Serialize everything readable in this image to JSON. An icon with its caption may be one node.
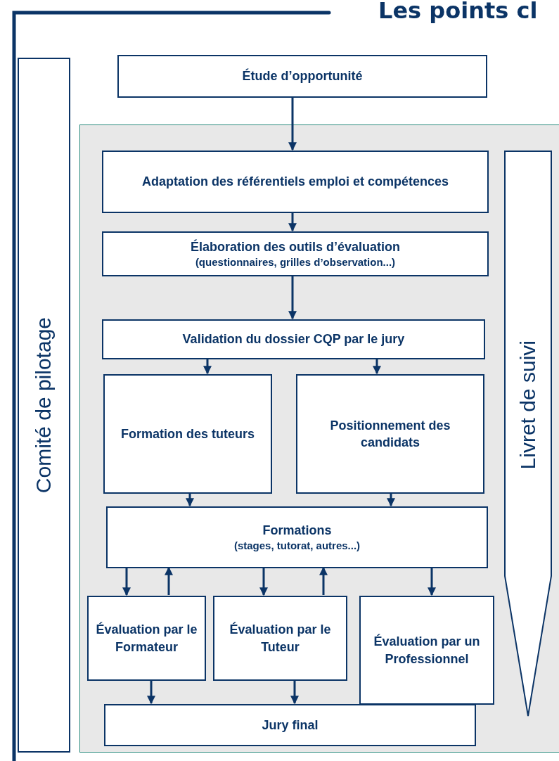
{
  "diagram": {
    "title": "Les points cl",
    "nodes": [
      {
        "text": [
          "Comité de pilotage"
        ]
      },
      {
        "text": [
          "Étude d’opportunité"
        ]
      },
      {
        "text": [],
        "shape": "box"
      },
      {
        "text": [
          "Adaptation des référentiels emploi et compétences"
        ],
        "in": 2
      },
      {
        "text": [
          "Élaboration des outils d’évaluation",
          "(questionnaires, grilles d’observation...)"
        ],
        "in": 2
      },
      {
        "text": [
          "Validation du dossier CQP par le jury"
        ],
        "in": 2
      },
      {
        "text": [
          "Formation des tuteurs"
        ],
        "in": 2
      },
      {
        "text": [
          "Positionnement des candidats"
        ],
        "in": 2
      },
      {
        "text": [
          "Formations",
          "(stages, tutorat, autres...)"
        ],
        "in": 2
      },
      {
        "text": [
          "Évaluation par le Formateur"
        ],
        "in": 2
      },
      {
        "text": [
          "Évaluation par le Tuteur"
        ],
        "in": 2
      },
      {
        "text": [
          "Évaluation par un Professionnel"
        ],
        "in": 2
      },
      {
        "text": [
          "Jury final"
        ],
        "in": 2
      },
      {
        "text": [
          "Livret de suivi"
        ],
        "in": 2
      }
    ],
    "edges": [
      {
        "from": 1,
        "to": 3,
        "arrow": "to"
      },
      {
        "from": 3,
        "to": 4,
        "arrow": "to"
      },
      {
        "from": 4,
        "to": 5,
        "arrow": "to"
      },
      {
        "from": 5,
        "to": 6,
        "arrow": "to"
      },
      {
        "from": 5,
        "to": 7,
        "arrow": "to"
      },
      {
        "from": 6,
        "to": 8,
        "arrow": "to"
      },
      {
        "from": 7,
        "to": 8,
        "arrow": "to"
      },
      {
        "from": 8,
        "to": 9,
        "arrow": "to"
      },
      {
        "from": 9,
        "to": 8,
        "arrow": "to"
      },
      {
        "from": 8,
        "to": 10,
        "arrow": "to"
      },
      {
        "from": 10,
        "to": 8,
        "arrow": "to"
      },
      {
        "from": 8,
        "to": 11,
        "arrow": "to"
      },
      {
        "from": 9,
        "to": 12,
        "arrow": "to"
      },
      {
        "from": 10,
        "to": 12,
        "arrow": "to"
      }
    ]
  }
}
